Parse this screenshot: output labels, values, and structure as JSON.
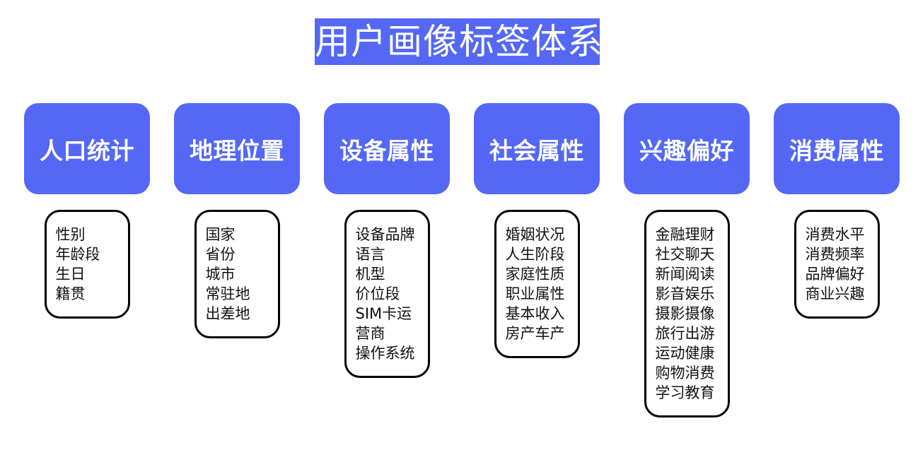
{
  "title": "用户画像标签体系",
  "colors": {
    "accent": "#5468f5",
    "title_text": "#ffffff",
    "card_border": "#000000",
    "card_background": "#ffffff",
    "detail_text": "#111111",
    "page_background": "#ffffff"
  },
  "columns": [
    {
      "category": "人口统计",
      "items": [
        "性别",
        "年龄段",
        "生日",
        "籍贯"
      ]
    },
    {
      "category": "地理位置",
      "items": [
        "国家",
        "省份",
        "城市",
        "常驻地",
        "出差地"
      ]
    },
    {
      "category": "设备属性",
      "items": [
        "设备品牌",
        "语言",
        "机型",
        "价位段",
        "SIM卡运",
        "营商",
        "操作系统"
      ]
    },
    {
      "category": "社会属性",
      "items": [
        "婚姻状况",
        "人生阶段",
        "家庭性质",
        "职业属性",
        "基本收入",
        "房产车产"
      ]
    },
    {
      "category": "兴趣偏好",
      "items": [
        "金融理财",
        "社交聊天",
        "新闻阅读",
        "影音娱乐",
        "摄影摄像",
        "旅行出游",
        "运动健康",
        "购物消费",
        "学习教育"
      ]
    },
    {
      "category": "消费属性",
      "items": [
        "消费水平",
        "消费频率",
        "品牌偏好",
        "商业兴趣"
      ]
    }
  ]
}
